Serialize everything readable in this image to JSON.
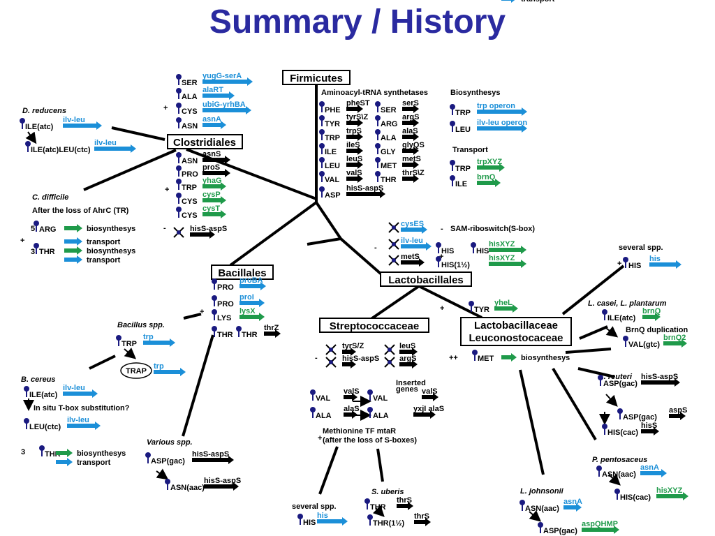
{
  "title": "Summary / History",
  "colors": {
    "blue": "#1b8fd8",
    "green": "#1f9a4a",
    "black": "#000000",
    "navy": "#1a1a80",
    "title": "#2a2aa0"
  },
  "nodes": [
    {
      "id": "firmicutes",
      "label": "Firmicutes"
    },
    {
      "id": "clostridiales",
      "label": "Clostridiales"
    },
    {
      "id": "bacillales",
      "label": "Bacillales"
    },
    {
      "id": "lactobacillales",
      "label": "Lactobacillales"
    },
    {
      "id": "streptococcaceae",
      "label": "Streptococcaceae"
    },
    {
      "id": "lactobacillaceae",
      "label": "Lactobacillaceae"
    },
    {
      "id": "leuconostocaceae",
      "label": "Leuconostocaceae"
    }
  ],
  "texts": [
    {
      "t": "Aminoacyl-tRNA synthetases"
    },
    {
      "t": "Biosynthesys"
    },
    {
      "t": "Transport"
    },
    {
      "t": "D. reducens",
      "it": 1
    },
    {
      "t": "C. difficile",
      "it": 1
    },
    {
      "t": "After the loss of AhrC (TR)"
    },
    {
      "t": "Bacillus spp.",
      "it": 1
    },
    {
      "t": "B. cereus",
      "it": 1
    },
    {
      "t": "In situ T-box substitution?"
    },
    {
      "t": "Various spp.",
      "it": 1
    },
    {
      "t": "SAM-riboswitch(S-box)"
    },
    {
      "t": "several spp."
    },
    {
      "t": "L. casei, L. plantarum",
      "it": 1
    },
    {
      "t": "BrnQ duplication"
    },
    {
      "t": "L. reuteri",
      "it": 1
    },
    {
      "t": "P. pentosaceus",
      "it": 1
    },
    {
      "t": "L. johnsonii",
      "it": 1
    },
    {
      "t": "Methionine TF mtaR"
    },
    {
      "t": "(after the loss of S-boxes)"
    },
    {
      "t": "S. uberis",
      "it": 1
    },
    {
      "t": "several spp."
    },
    {
      "t": "Inserted"
    },
    {
      "t": "genes"
    },
    {
      "t": "+"
    },
    {
      "t": "+"
    },
    {
      "t": "+"
    },
    {
      "t": "+"
    },
    {
      "t": "+"
    },
    {
      "t": "+"
    },
    {
      "t": "+"
    },
    {
      "t": "++"
    },
    {
      "t": "+"
    },
    {
      "t": "-"
    },
    {
      "t": "-"
    },
    {
      "t": "-"
    },
    {
      "t": "-"
    },
    {
      "t": "5"
    },
    {
      "t": "3"
    },
    {
      "t": "3"
    }
  ],
  "entries": [
    {
      "aa": "SER",
      "gene": "yugG-serA",
      "c": "blue"
    },
    {
      "aa": "ALA",
      "gene": "alaRT",
      "c": "blue"
    },
    {
      "aa": "CYS",
      "gene": "ubiG-yrhBA",
      "c": "blue"
    },
    {
      "aa": "ASN",
      "gene": "asnA",
      "c": "blue"
    },
    {
      "aa": "ASN",
      "gene": "asnS",
      "c": "black"
    },
    {
      "aa": "PRO",
      "gene": "proS",
      "c": "black"
    },
    {
      "aa": "TRP",
      "gene": "yhaG",
      "c": "green"
    },
    {
      "aa": "CYS",
      "gene": "cysP",
      "c": "green"
    },
    {
      "aa": "CYS",
      "gene": "cysT",
      "c": "green"
    },
    {
      "aa": "",
      "gene": "hisS-aspS",
      "c": "black",
      "x": 1
    },
    {
      "aa": "PHE",
      "gene": "pheST",
      "c": "black"
    },
    {
      "aa": "TYR",
      "gene": "tyrS\\Z",
      "c": "black"
    },
    {
      "aa": "TRP",
      "gene": "trpS",
      "c": "black"
    },
    {
      "aa": "ILE",
      "gene": "ileS",
      "c": "black"
    },
    {
      "aa": "LEU",
      "gene": "leuS",
      "c": "black"
    },
    {
      "aa": "VAL",
      "gene": "valS",
      "c": "black"
    },
    {
      "aa": "ASP",
      "gene": "hisS-aspS",
      "c": "black"
    },
    {
      "aa": "SER",
      "gene": "serS",
      "c": "black"
    },
    {
      "aa": "ARG",
      "gene": "argS",
      "c": "black"
    },
    {
      "aa": "ALA",
      "gene": "alaS",
      "c": "black"
    },
    {
      "aa": "GLY",
      "gene": "glyQS",
      "c": "black"
    },
    {
      "aa": "MET",
      "gene": "metS",
      "c": "black"
    },
    {
      "aa": "THR",
      "gene": "thrS\\Z",
      "c": "black"
    },
    {
      "aa": "TRP",
      "gene": "trp operon",
      "c": "blue"
    },
    {
      "aa": "LEU",
      "gene": "ilv-leu operon",
      "c": "blue"
    },
    {
      "aa": "TRP",
      "gene": "trpXYZ",
      "c": "green"
    },
    {
      "aa": "ILE",
      "gene": "brnQ",
      "c": "green"
    },
    {
      "aa": "ILE(atc)",
      "gene": "ilv-leu",
      "c": "blue"
    },
    {
      "aa": "ILE(atc)LEU(ctc)",
      "gene": "ilv-leu",
      "c": "blue"
    },
    {
      "aa": "ARG",
      "gene": "biosynthesys",
      "c": "green"
    },
    {
      "aa": "",
      "gene": "transport",
      "c": "blue"
    },
    {
      "aa": "THR",
      "gene": "biosynthesys",
      "c": "green"
    },
    {
      "aa": "",
      "gene": "transport",
      "c": "blue"
    },
    {
      "aa": "PRO",
      "gene": "proBA",
      "c": "blue"
    },
    {
      "aa": "PRO",
      "gene": "proI",
      "c": "blue"
    },
    {
      "aa": "LYS",
      "gene": "lysX",
      "c": "green"
    },
    {
      "aa": "THR",
      "gene": "",
      "c": "black"
    },
    {
      "aa": "THR",
      "gene": "thrZ",
      "c": "black"
    },
    {
      "aa": "TRP",
      "gene": "trp",
      "c": "blue"
    },
    {
      "aa": "TRAP",
      "gene": "trp",
      "c": "blue"
    },
    {
      "aa": "ILE(atc)",
      "gene": "ilv-leu",
      "c": "blue"
    },
    {
      "aa": "LEU(ctc)",
      "gene": "ilv-leu",
      "c": "blue"
    },
    {
      "aa": "THR",
      "gene": "biosynthesys",
      "c": "green"
    },
    {
      "aa": "",
      "gene": "transport",
      "c": "blue"
    },
    {
      "aa": "ASP(gac)",
      "gene": "hisS-aspS",
      "c": "black"
    },
    {
      "aa": "ASN(aac)",
      "gene": "hisS-aspS",
      "c": "black"
    },
    {
      "aa": "",
      "gene": "cysES",
      "c": "blue",
      "x": 1
    },
    {
      "aa": "",
      "gene": "ilv-leu",
      "c": "blue",
      "x": 1
    },
    {
      "aa": "",
      "gene": "metS",
      "c": "black",
      "x": 1
    },
    {
      "aa": "HIS",
      "gene": "",
      "c": "green"
    },
    {
      "aa": "HIS",
      "gene": "hisXYZ",
      "c": "green"
    },
    {
      "aa": "HIS(1½)",
      "gene": "hisXYZ",
      "c": "green"
    },
    {
      "aa": "HIS",
      "gene": "his",
      "c": "blue"
    },
    {
      "aa": "TYR",
      "gene": "yheL",
      "c": "green"
    },
    {
      "aa": "ILE(atc)",
      "gene": "brnQ",
      "c": "green"
    },
    {
      "aa": "VAL(gtc)",
      "gene": "brnQ2",
      "c": "green"
    },
    {
      "aa": "MET",
      "gene": "biosynthesys",
      "c": "green"
    },
    {
      "aa": "",
      "gene": "transport",
      "c": "blue"
    },
    {
      "aa": "ASP(gac)",
      "gene": "hisS-aspS",
      "c": "black"
    },
    {
      "aa": "ASP(gac)",
      "gene": "aspS",
      "c": "black"
    },
    {
      "aa": "HIS(cac)",
      "gene": "hisS",
      "c": "black"
    },
    {
      "aa": "ASN(aac)",
      "gene": "asnA",
      "c": "blue"
    },
    {
      "aa": "HIS(cac)",
      "gene": "hisXYZ",
      "c": "green"
    },
    {
      "aa": "ASN(aac)",
      "gene": "asnA",
      "c": "blue"
    },
    {
      "aa": "ASP(gac)",
      "gene": "aspQHMP",
      "c": "green"
    },
    {
      "aa": "",
      "gene": "tyrS/Z",
      "c": "black",
      "x": 1
    },
    {
      "aa": "",
      "gene": "hisS-aspS",
      "c": "black",
      "x": 1
    },
    {
      "aa": "",
      "gene": "leuS",
      "c": "black",
      "x": 1
    },
    {
      "aa": "",
      "gene": "argS",
      "c": "black",
      "x": 1
    },
    {
      "aa": "VAL",
      "gene": "valS",
      "c": "black"
    },
    {
      "aa": "VAL",
      "gene": "valS",
      "c": "black"
    },
    {
      "aa": "ALA",
      "gene": "alaS",
      "c": "black"
    },
    {
      "aa": "ALA",
      "gene": "yxjI alaS",
      "c": "black"
    },
    {
      "aa": "THR",
      "gene": "thrS",
      "c": "black"
    },
    {
      "aa": "THR(1½)",
      "gene": "thrS",
      "c": "black"
    },
    {
      "aa": "HIS",
      "gene": "his",
      "c": "blue"
    }
  ]
}
